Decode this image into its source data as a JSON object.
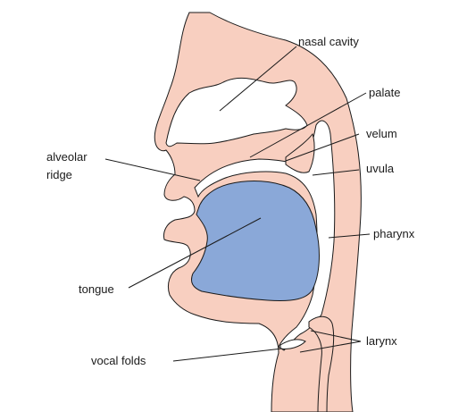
{
  "colors": {
    "tissue": "#f8cfc0",
    "tongue": "#8aa8d8",
    "outline": "#1a1a1a",
    "background": "#ffffff"
  },
  "labels": {
    "nasal_cavity": "nasal cavity",
    "palate": "palate",
    "velum": "velum",
    "uvula": "uvula",
    "alveolar_ridge_line1": "alveolar",
    "alveolar_ridge_line2": "ridge",
    "pharynx": "pharynx",
    "tongue": "tongue",
    "larynx": "larynx",
    "vocal_folds": "vocal folds"
  }
}
